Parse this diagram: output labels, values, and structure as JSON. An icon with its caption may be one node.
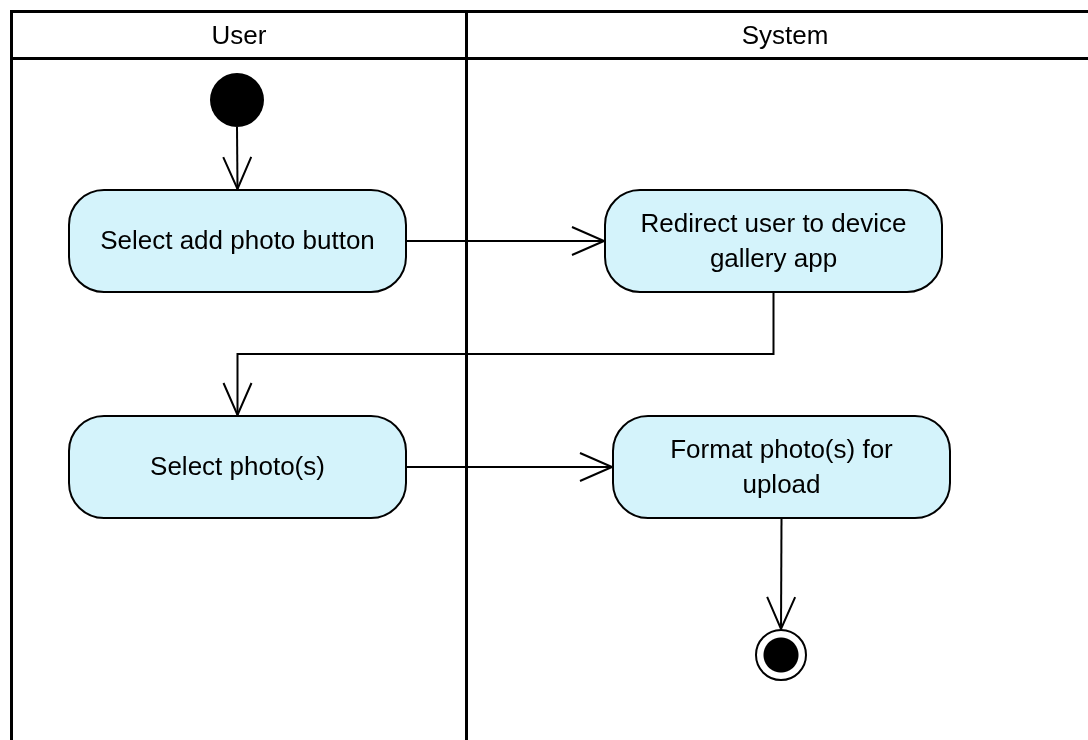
{
  "diagram": {
    "nodes": [
      {
        "text": [
          "User"
        ]
      },
      {
        "text": [
          "System"
        ]
      },
      {
        "text": [],
        "shape": "circle",
        "in": 0
      },
      {
        "text": [
          "Select add photo button"
        ],
        "in": 0
      },
      {
        "text": [
          "Redirect user to device gallery app"
        ],
        "in": 1
      },
      {
        "text": [
          "Select photo(s)"
        ],
        "in": 0
      },
      {
        "text": [
          "Format photo(s) for upload"
        ],
        "in": 1
      },
      {
        "text": [],
        "shape": "circle",
        "in": 1
      }
    ],
    "edges": [
      {
        "from": 2,
        "to": 3,
        "arrow": "to"
      },
      {
        "from": 3,
        "to": 4,
        "arrow": "to"
      },
      {
        "from": 4,
        "to": 5,
        "arrow": "to"
      },
      {
        "from": 5,
        "to": 6,
        "arrow": "to"
      },
      {
        "from": 6,
        "to": 7,
        "arrow": "to"
      }
    ]
  }
}
